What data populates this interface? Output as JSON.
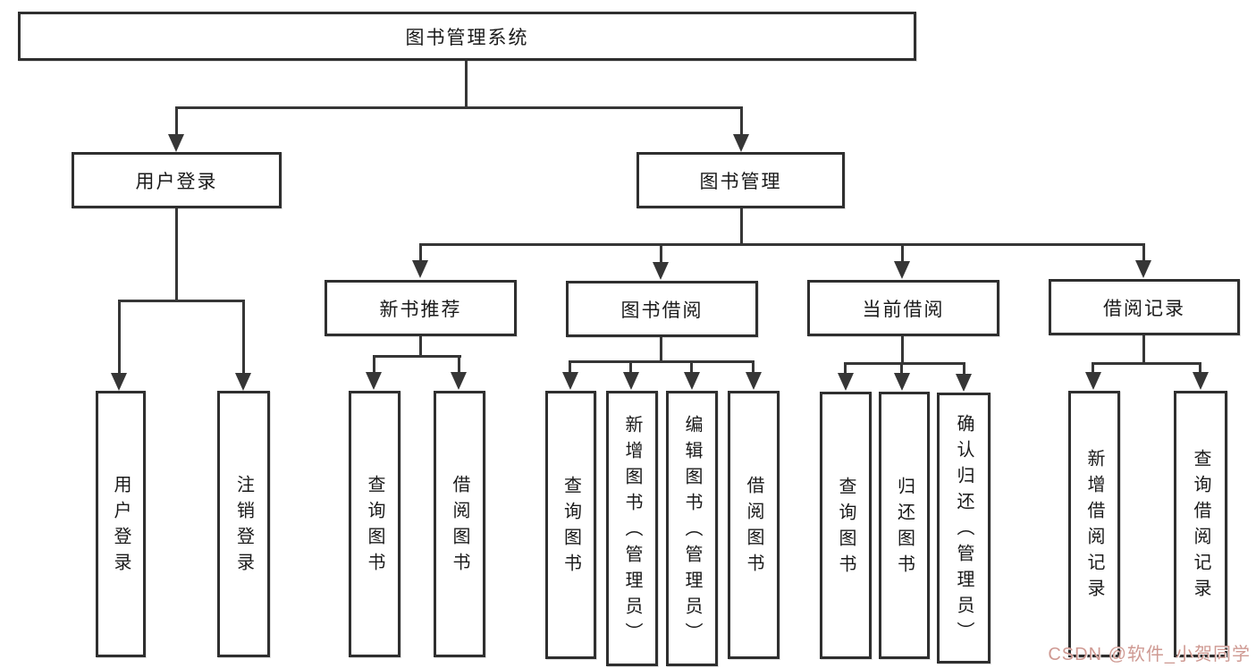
{
  "title": "图书管理系统",
  "colors": {
    "line": "#363636",
    "box_border": "#2f2f2f",
    "text": "#1a1a1a",
    "background": "#ffffff",
    "watermark": "#cf9a93"
  },
  "watermark": {
    "text": "CSDN @软件_小贺同学"
  },
  "nodes": [
    {
      "id": "library-management-system",
      "label": "图书管理系统",
      "parent": null
    },
    {
      "id": "user-login",
      "label": "用户登录",
      "parent": "图书管理系统"
    },
    {
      "id": "book-management",
      "label": "图书管理",
      "parent": "图书管理系统"
    },
    {
      "id": "new-book-recommendation",
      "label": "新书推荐",
      "parent": "图书管理"
    },
    {
      "id": "book-borrowing",
      "label": "图书借阅",
      "parent": "图书管理"
    },
    {
      "id": "current-borrowing",
      "label": "当前借阅",
      "parent": "图书管理"
    },
    {
      "id": "borrowing-records",
      "label": "借阅记录",
      "parent": "图书管理"
    },
    {
      "id": "user-login-action",
      "label": "用户登录",
      "parent": "用户登录"
    },
    {
      "id": "logout-action",
      "label": "注销登录",
      "parent": "用户登录"
    },
    {
      "id": "query-books-recommend",
      "label": "查询图书",
      "parent": "新书推荐"
    },
    {
      "id": "borrow-books-recommend",
      "label": "借阅图书",
      "parent": "新书推荐"
    },
    {
      "id": "query-books-borrowing",
      "label": "查询图书",
      "parent": "图书借阅"
    },
    {
      "id": "add-books-admin",
      "label": "新增图书（管理员）",
      "parent": "图书借阅"
    },
    {
      "id": "edit-books-admin",
      "label": "编辑图书（管理员）",
      "parent": "图书借阅"
    },
    {
      "id": "borrow-books-borrowing",
      "label": "借阅图书",
      "parent": "图书借阅"
    },
    {
      "id": "query-books-current",
      "label": "查询图书",
      "parent": "当前借阅"
    },
    {
      "id": "return-books",
      "label": "归还图书",
      "parent": "当前借阅"
    },
    {
      "id": "confirm-return-admin",
      "label": "确认归还（管理员）",
      "parent": "当前借阅"
    },
    {
      "id": "add-borrow-record",
      "label": "新增借阅记录",
      "parent": "借阅记录"
    },
    {
      "id": "query-borrow-record",
      "label": "查询借阅记录",
      "parent": "借阅记录"
    }
  ]
}
